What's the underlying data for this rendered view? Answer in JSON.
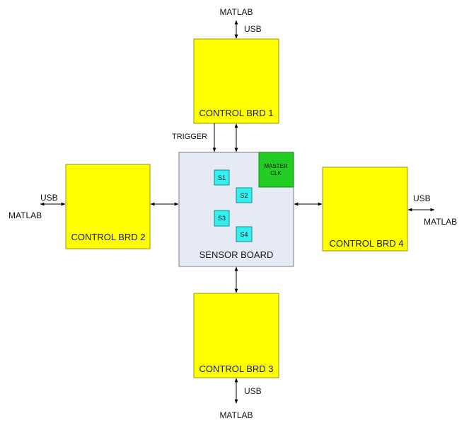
{
  "colors": {
    "control_board": "#ffff00",
    "control_board_border": "#9a9a00",
    "sensor_board": "#e6eaf5",
    "sensor_board_border": "#7a7f8a",
    "master_clk": "#22cc22",
    "sensor_chip": "#33f0f0",
    "arrow": "#000000"
  },
  "boards": {
    "control1": "CONTROL BRD 1",
    "control2": "CONTROL BRD 2",
    "control3": "CONTROL BRD 3",
    "control4": "CONTROL BRD 4",
    "sensor": "SENSOR BOARD"
  },
  "master_clk": {
    "line1": "MASTER",
    "line2": "CLK"
  },
  "sensors": [
    "S1",
    "S2",
    "S3",
    "S4"
  ],
  "connections": {
    "top": {
      "usb": "USB",
      "host": "MATLAB"
    },
    "left": {
      "usb": "USB",
      "host": "MATLAB"
    },
    "right": {
      "usb": "USB",
      "host": "MATLAB"
    },
    "bottom": {
      "usb": "USB",
      "host": "MATLAB"
    },
    "trigger": "TRIGGER"
  }
}
